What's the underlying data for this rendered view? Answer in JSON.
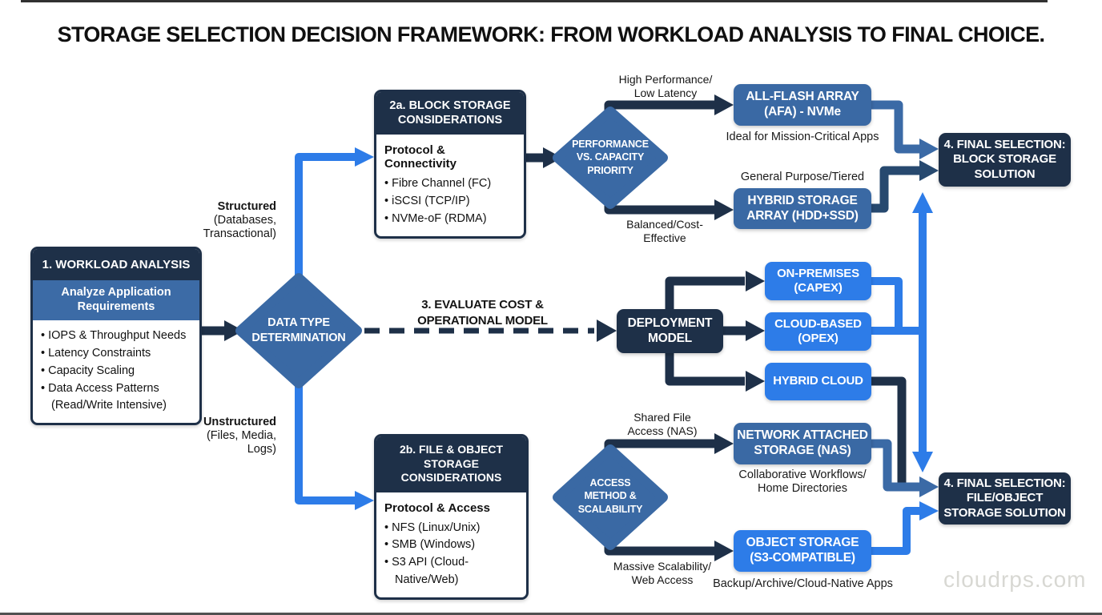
{
  "title": "STORAGE SELECTION DECISION FRAMEWORK: FROM WORKLOAD ANALYSIS TO FINAL CHOICE.",
  "watermark": "cloudrps.com",
  "colors": {
    "dark_navy": "#1e3048",
    "steel_blue": "#3a69a4",
    "bright_blue": "#2d7ce8",
    "background": "#ffffff",
    "watermark_gray": "#d8d8d3"
  },
  "workload": {
    "header": "1. WORKLOAD ANALYSIS",
    "subheader": "Analyze Application\nRequirements",
    "bullets": [
      "IOPS & Throughput Needs",
      "Latency Constraints",
      "Capacity Scaling",
      "Data Access Patterns (Read/Write Intensive)"
    ]
  },
  "decisions": {
    "data_type": "DATA TYPE\nDETERMINATION",
    "performance": "PERFORMANCE\nVS. CAPACITY\nPRIORITY",
    "access": "ACCESS\nMETHOD &\nSCALABILITY"
  },
  "branch_labels": {
    "structured_title": "Structured",
    "structured_sub": "(Databases,\nTransactional)",
    "unstructured_title": "Unstructured",
    "unstructured_sub": "(Files, Media,\nLogs)",
    "high_performance": "High Performance/\nLow Latency",
    "balanced": "Balanced/Cost-\nEffective",
    "general_purpose": "General Purpose/Tiered",
    "shared_file": "Shared File\nAccess (NAS)",
    "massive_scalability": "Massive Scalability/\nWeb Access",
    "evaluate": "3. EVALUATE COST &\nOPERATIONAL MODEL"
  },
  "considerations": {
    "block": {
      "header": "2a. BLOCK STORAGE\nCONSIDERATIONS",
      "body_title": "Protocol & Connectivity",
      "bullets": [
        "Fibre Channel (FC)",
        "iSCSI (TCP/IP)",
        "NVMe-oF (RDMA)"
      ]
    },
    "file_object": {
      "header": "2b. FILE & OBJECT STORAGE\nCONSIDERATIONS",
      "body_title": "Protocol & Access",
      "bullets": [
        "NFS (Linux/Unix)",
        "SMB (Windows)",
        "S3 API (Cloud-Native/Web)"
      ]
    }
  },
  "nodes": {
    "afa": {
      "label": "ALL-FLASH ARRAY\n(AFA) - NVMe",
      "caption": "Ideal for Mission-Critical Apps"
    },
    "hybrid_array": {
      "label": "HYBRID STORAGE\nARRAY (HDD+SSD)"
    },
    "deployment": {
      "label": "DEPLOYMENT\nMODEL"
    },
    "on_premises": {
      "label": "ON-PREMISES\n(CAPEX)"
    },
    "cloud_based": {
      "label": "CLOUD-BASED\n(OPEX)"
    },
    "hybrid_cloud": {
      "label": "HYBRID CLOUD"
    },
    "nas": {
      "label": "NETWORK ATTACHED\nSTORAGE (NAS)",
      "caption": "Collaborative Workflows/\nHome Directories"
    },
    "object_storage": {
      "label": "OBJECT STORAGE\n(S3-COMPATIBLE)",
      "caption": "Backup/Archive/Cloud-Native Apps"
    },
    "final_block": {
      "label": "4. FINAL SELECTION:\nBLOCK STORAGE\nSOLUTION"
    },
    "final_file_object": {
      "label": "4. FINAL SELECTION:\nFILE/OBJECT\nSTORAGE SOLUTION"
    }
  }
}
